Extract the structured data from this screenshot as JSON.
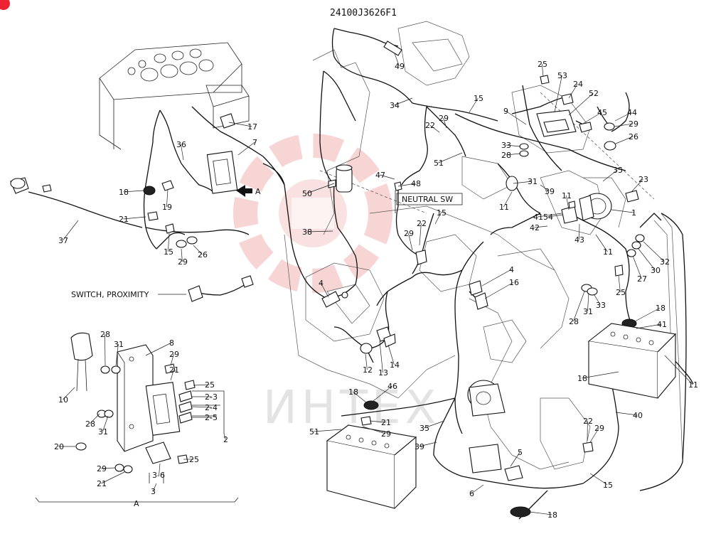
{
  "diagram": {
    "code": "24100J3626F1",
    "neutral_sw": "NEUTRAL SW",
    "switch_proximity": "SWITCH, PROXIMITY",
    "view_a": "A",
    "group_a": "A",
    "watermark": "ИНТЕХ",
    "colors": {
      "line": "#111111",
      "watermark": "#f2b8b8",
      "badge": "#e22233"
    }
  },
  "callouts": [
    {
      "id": "c49",
      "text": "49"
    },
    {
      "id": "c15a",
      "text": "15"
    },
    {
      "id": "c34",
      "text": "34"
    },
    {
      "id": "c17",
      "text": "17"
    },
    {
      "id": "c7",
      "text": "7"
    },
    {
      "id": "c36",
      "text": "36"
    },
    {
      "id": "c18a",
      "text": "18"
    },
    {
      "id": "c19",
      "text": "19"
    },
    {
      "id": "c21a",
      "text": "21"
    },
    {
      "id": "c37",
      "text": "37"
    },
    {
      "id": "c15b",
      "text": "15"
    },
    {
      "id": "c29a",
      "text": "29"
    },
    {
      "id": "c26a",
      "text": "26"
    },
    {
      "id": "c50",
      "text": "50"
    },
    {
      "id": "c38",
      "text": "38"
    },
    {
      "id": "c47",
      "text": "47"
    },
    {
      "id": "c48",
      "text": "48"
    },
    {
      "id": "c22a",
      "text": "22"
    },
    {
      "id": "c29b",
      "text": "29"
    },
    {
      "id": "c51a",
      "text": "51"
    },
    {
      "id": "c15c",
      "text": "15"
    },
    {
      "id": "c22b",
      "text": "22"
    },
    {
      "id": "c29c",
      "text": "29"
    },
    {
      "id": "c4a",
      "text": "4"
    },
    {
      "id": "c12",
      "text": "12"
    },
    {
      "id": "c13",
      "text": "13"
    },
    {
      "id": "c14",
      "text": "14"
    },
    {
      "id": "c4b",
      "text": "4"
    },
    {
      "id": "c16",
      "text": "16"
    },
    {
      "id": "c25a",
      "text": "25"
    },
    {
      "id": "c53",
      "text": "53"
    },
    {
      "id": "c24",
      "text": "24"
    },
    {
      "id": "c52",
      "text": "52"
    },
    {
      "id": "c9",
      "text": "9"
    },
    {
      "id": "c45",
      "text": "45"
    },
    {
      "id": "c44",
      "text": "44"
    },
    {
      "id": "c29d",
      "text": "29"
    },
    {
      "id": "c26b",
      "text": "26"
    },
    {
      "id": "c33a",
      "text": "33"
    },
    {
      "id": "c28a",
      "text": "28"
    },
    {
      "id": "c31a",
      "text": "31"
    },
    {
      "id": "c39a",
      "text": "39"
    },
    {
      "id": "c35a",
      "text": "35"
    },
    {
      "id": "c23",
      "text": "23"
    },
    {
      "id": "c11a",
      "text": "11"
    },
    {
      "id": "c11b",
      "text": "11"
    },
    {
      "id": "c1",
      "text": "1"
    },
    {
      "id": "c41a",
      "text": "41"
    },
    {
      "id": "c42",
      "text": "42"
    },
    {
      "id": "c54",
      "text": "54"
    },
    {
      "id": "c43",
      "text": "43"
    },
    {
      "id": "c11c",
      "text": "11"
    },
    {
      "id": "c32",
      "text": "32"
    },
    {
      "id": "c30",
      "text": "30"
    },
    {
      "id": "c27",
      "text": "27"
    },
    {
      "id": "c25b",
      "text": "25"
    },
    {
      "id": "c28b",
      "text": "28"
    },
    {
      "id": "c31b",
      "text": "31"
    },
    {
      "id": "c33b",
      "text": "33"
    },
    {
      "id": "c18b",
      "text": "18"
    },
    {
      "id": "c41b",
      "text": "41"
    },
    {
      "id": "c11d",
      "text": "11"
    },
    {
      "id": "c18c",
      "text": "18"
    },
    {
      "id": "c40",
      "text": "40"
    },
    {
      "id": "c22c",
      "text": "22"
    },
    {
      "id": "c29e",
      "text": "29"
    },
    {
      "id": "c15d",
      "text": "15"
    },
    {
      "id": "c18d",
      "text": "18"
    },
    {
      "id": "c6",
      "text": "6"
    },
    {
      "id": "c5",
      "text": "5"
    },
    {
      "id": "c18e",
      "text": "18"
    },
    {
      "id": "c46",
      "text": "46"
    },
    {
      "id": "c21b",
      "text": "21"
    },
    {
      "id": "c29f",
      "text": "29"
    },
    {
      "id": "c51b",
      "text": "51"
    },
    {
      "id": "c35b",
      "text": "35"
    },
    {
      "id": "c39b",
      "text": "39"
    },
    {
      "id": "c28c",
      "text": "28"
    },
    {
      "id": "c31c",
      "text": "31"
    },
    {
      "id": "c8",
      "text": "8"
    },
    {
      "id": "c29g",
      "text": "29"
    },
    {
      "id": "c21c",
      "text": "21"
    },
    {
      "id": "c25c",
      "text": "25"
    },
    {
      "id": "c2-3",
      "text": "2-3"
    },
    {
      "id": "c2-4",
      "text": "2-4"
    },
    {
      "id": "c2-5",
      "text": "2-5"
    },
    {
      "id": "c2",
      "text": "2"
    },
    {
      "id": "c10",
      "text": "10"
    },
    {
      "id": "c28d",
      "text": "28"
    },
    {
      "id": "c31d",
      "text": "31"
    },
    {
      "id": "c20",
      "text": "20"
    },
    {
      "id": "c29h",
      "text": "29"
    },
    {
      "id": "c21d",
      "text": "21"
    },
    {
      "id": "c25d",
      "text": "25"
    },
    {
      "id": "c3-6",
      "text": "3-6"
    },
    {
      "id": "c3",
      "text": "3"
    }
  ]
}
